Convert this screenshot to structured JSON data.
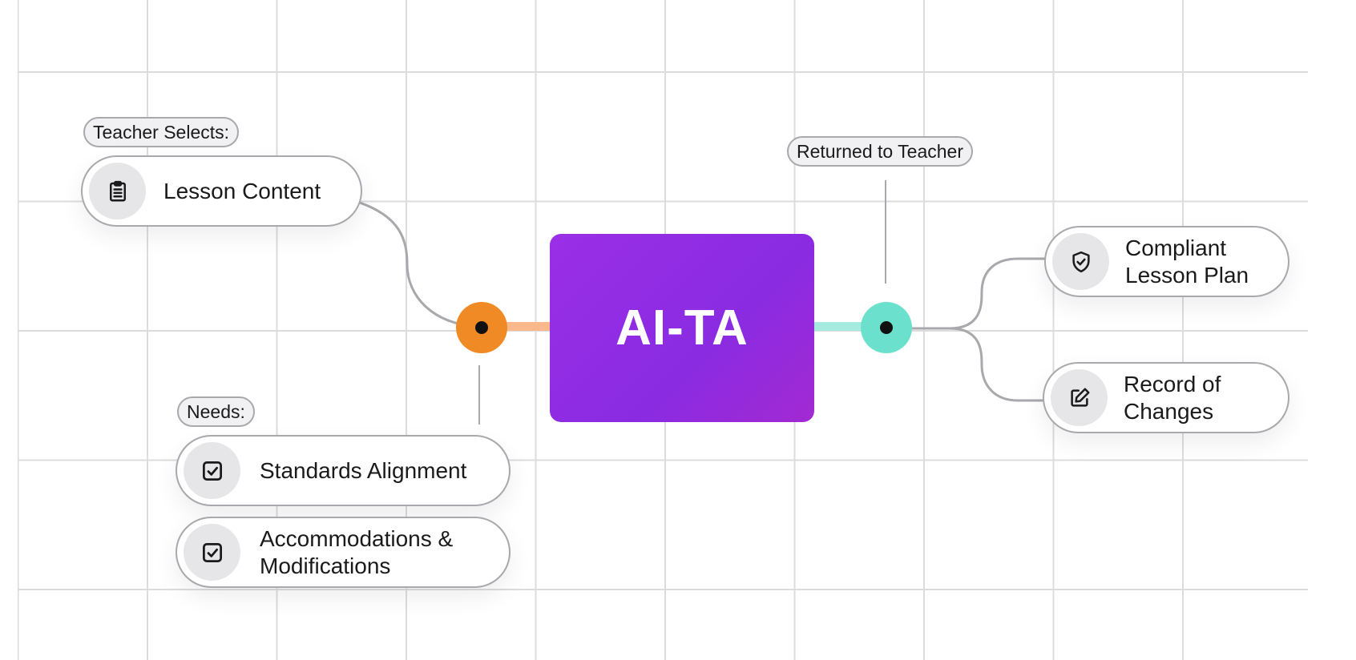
{
  "diagram": {
    "center": {
      "label": "AI-TA",
      "color": "#8f2de4"
    },
    "input_hub": {
      "color": "#f08a24"
    },
    "output_hub": {
      "color": "#6be0cc"
    },
    "tags": {
      "teacher_selects": "Teacher Selects:",
      "needs": "Needs:",
      "returned": "Returned to Teacher"
    },
    "inputs": {
      "lesson_content": {
        "label": "Lesson Content",
        "icon": "clipboard-icon"
      },
      "standards": {
        "label": "Standards Alignment",
        "icon": "checkbox-icon"
      },
      "accommodations": {
        "label": "Accommodations & Modifications",
        "icon": "checkbox-icon"
      }
    },
    "outputs": {
      "compliant": {
        "label": "Compliant Lesson Plan",
        "icon": "shield-check-icon"
      },
      "record": {
        "label": "Record of Changes",
        "icon": "edit-icon"
      }
    }
  }
}
